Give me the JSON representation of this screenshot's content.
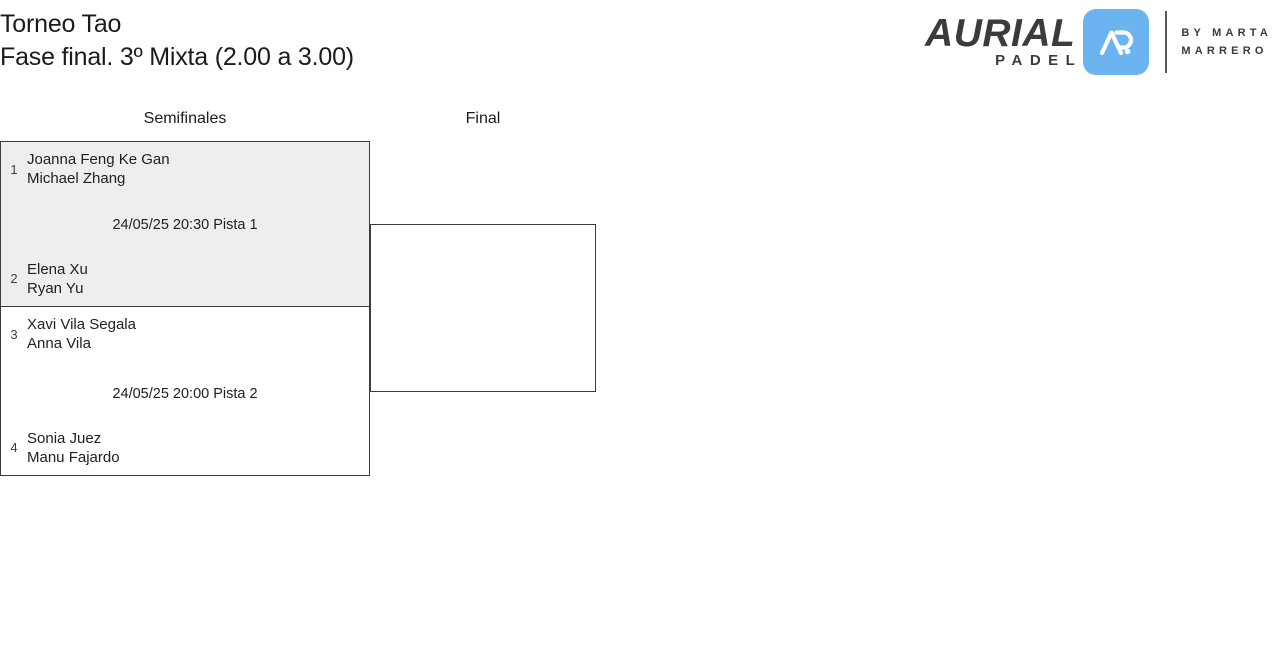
{
  "header": {
    "title_line_1": "Torneo Tao",
    "title_line_2": "Fase final. 3º Mixta (2.00 a 3.00)"
  },
  "logo": {
    "brand": "AURIAL",
    "sub_brand": "PADEL",
    "monogram": "AP",
    "by_line_1": "BY MARTA",
    "by_line_2": "MARRERO",
    "mark_color": "#6cb4f0",
    "text_color": "#3b3b3b"
  },
  "bracket": {
    "rounds": [
      {
        "label": "Semifinales"
      },
      {
        "label": "Final"
      }
    ],
    "matches": [
      {
        "id": "sf-1",
        "shaded": true,
        "meta": "24/05/25 20:30 Pista 1",
        "teams": [
          {
            "seed": "1",
            "player_1": "Joanna Feng Ke Gan",
            "player_2": "Michael Zhang"
          },
          {
            "seed": "2",
            "player_1": "Elena Xu",
            "player_2": "Ryan Yu"
          }
        ]
      },
      {
        "id": "sf-2",
        "shaded": false,
        "meta": "24/05/25 20:00 Pista 2",
        "teams": [
          {
            "seed": "3",
            "player_1": "Xavi Vila Segala",
            "player_2": "Anna Vila"
          },
          {
            "seed": "4",
            "player_1": "Sonia Juez",
            "player_2": "Manu Fajardo"
          }
        ]
      },
      {
        "id": "final-1",
        "shaded": false,
        "meta": "",
        "teams": [
          {
            "seed": "",
            "player_1": "",
            "player_2": ""
          },
          {
            "seed": "",
            "player_1": "",
            "player_2": ""
          }
        ]
      }
    ]
  }
}
